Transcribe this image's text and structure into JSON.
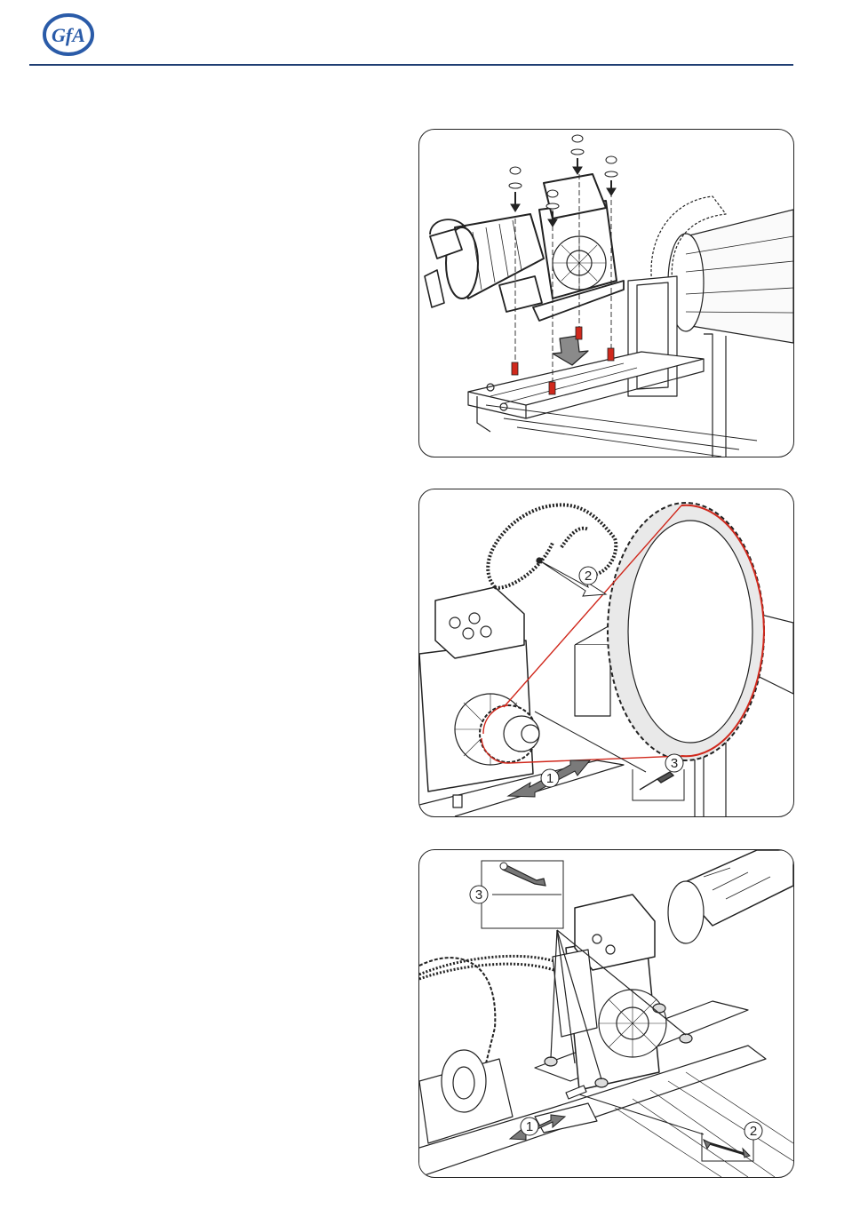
{
  "header": {
    "logo_text": "GfA",
    "rule_color": "#1f3e73"
  },
  "colors": {
    "brand_blue": "#2a5ba8",
    "highlight_red": "#d0281c",
    "line": "#222222"
  },
  "figures": [
    {
      "name": "mount-drive-on-bracket",
      "callouts": []
    },
    {
      "name": "fit-chain-on-sprockets",
      "callouts": [
        "1",
        "2",
        "3"
      ]
    },
    {
      "name": "tension-chain-and-tighten",
      "callouts": [
        "1",
        "2",
        "3"
      ]
    }
  ]
}
